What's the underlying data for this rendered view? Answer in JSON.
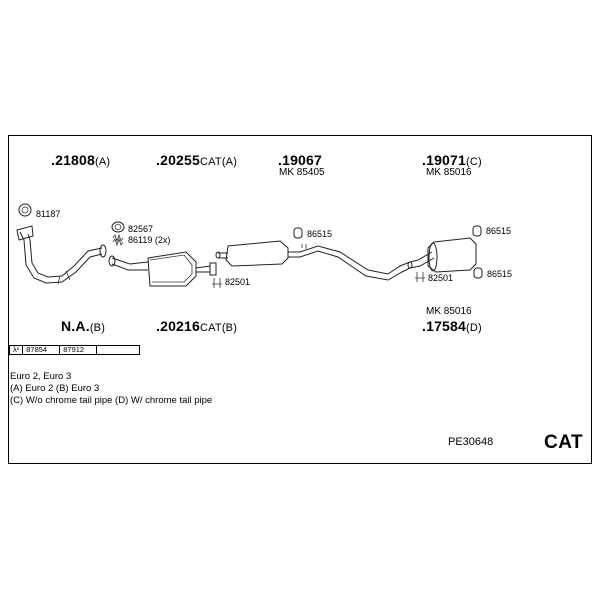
{
  "parts_top": [
    {
      "number": ".21808",
      "suffix": "(A)"
    },
    {
      "number": ".20255",
      "suffix": "CAT(A)"
    },
    {
      "number": ".19067",
      "suffix": ""
    },
    {
      "number": ".19071",
      "suffix": "(C)"
    }
  ],
  "mk_top": [
    "MK 85405",
    "MK 85016"
  ],
  "small_parts": {
    "p81187": "81187",
    "p82567": "82567",
    "p86119": "86119 (2x)",
    "p86515_a": "86515",
    "p86515_b": "86515",
    "p86515_c": "86515",
    "p82501_a": "82501",
    "p82501_b": "82501"
  },
  "parts_bottom": [
    {
      "number": "N.A.",
      "suffix": "(B)"
    },
    {
      "number": ".20216",
      "suffix": "CAT(B)"
    },
    {
      "number": ".17584",
      "suffix": "(D)"
    }
  ],
  "mk_bottom": "MK 85016",
  "lambda_table": {
    "header": "λ¹",
    "cells": [
      "87854",
      "87912",
      ""
    ]
  },
  "notes": [
    "Euro 2, Euro 3",
    "(A) Euro 2 (B) Euro 3",
    "(C) W/o chrome tail pipe (D) W/ chrome tail pipe"
  ],
  "footer": {
    "code": "PE30648",
    "category": "CAT"
  }
}
